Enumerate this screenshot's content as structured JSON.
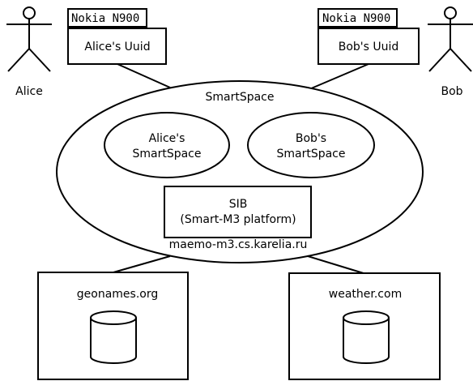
{
  "actors": {
    "alice": {
      "name": "Alice"
    },
    "bob": {
      "name": "Bob"
    }
  },
  "devices": {
    "alice": {
      "model": "Nokia N900",
      "uuid_label": "Alice's Uuid"
    },
    "bob": {
      "model": "Nokia N900",
      "uuid_label": "Bob's Uuid"
    }
  },
  "smartspace": {
    "title": "SmartSpace",
    "alice_space": [
      "Alice's",
      "SmartSpace"
    ],
    "bob_space": [
      "Bob's",
      "SmartSpace"
    ],
    "sib": [
      "SIB",
      "(Smart-M3 platform)"
    ],
    "host": "maemo-m3.cs.karelia.ru"
  },
  "sources": {
    "left": "geonames.org",
    "right": "weather.com"
  }
}
